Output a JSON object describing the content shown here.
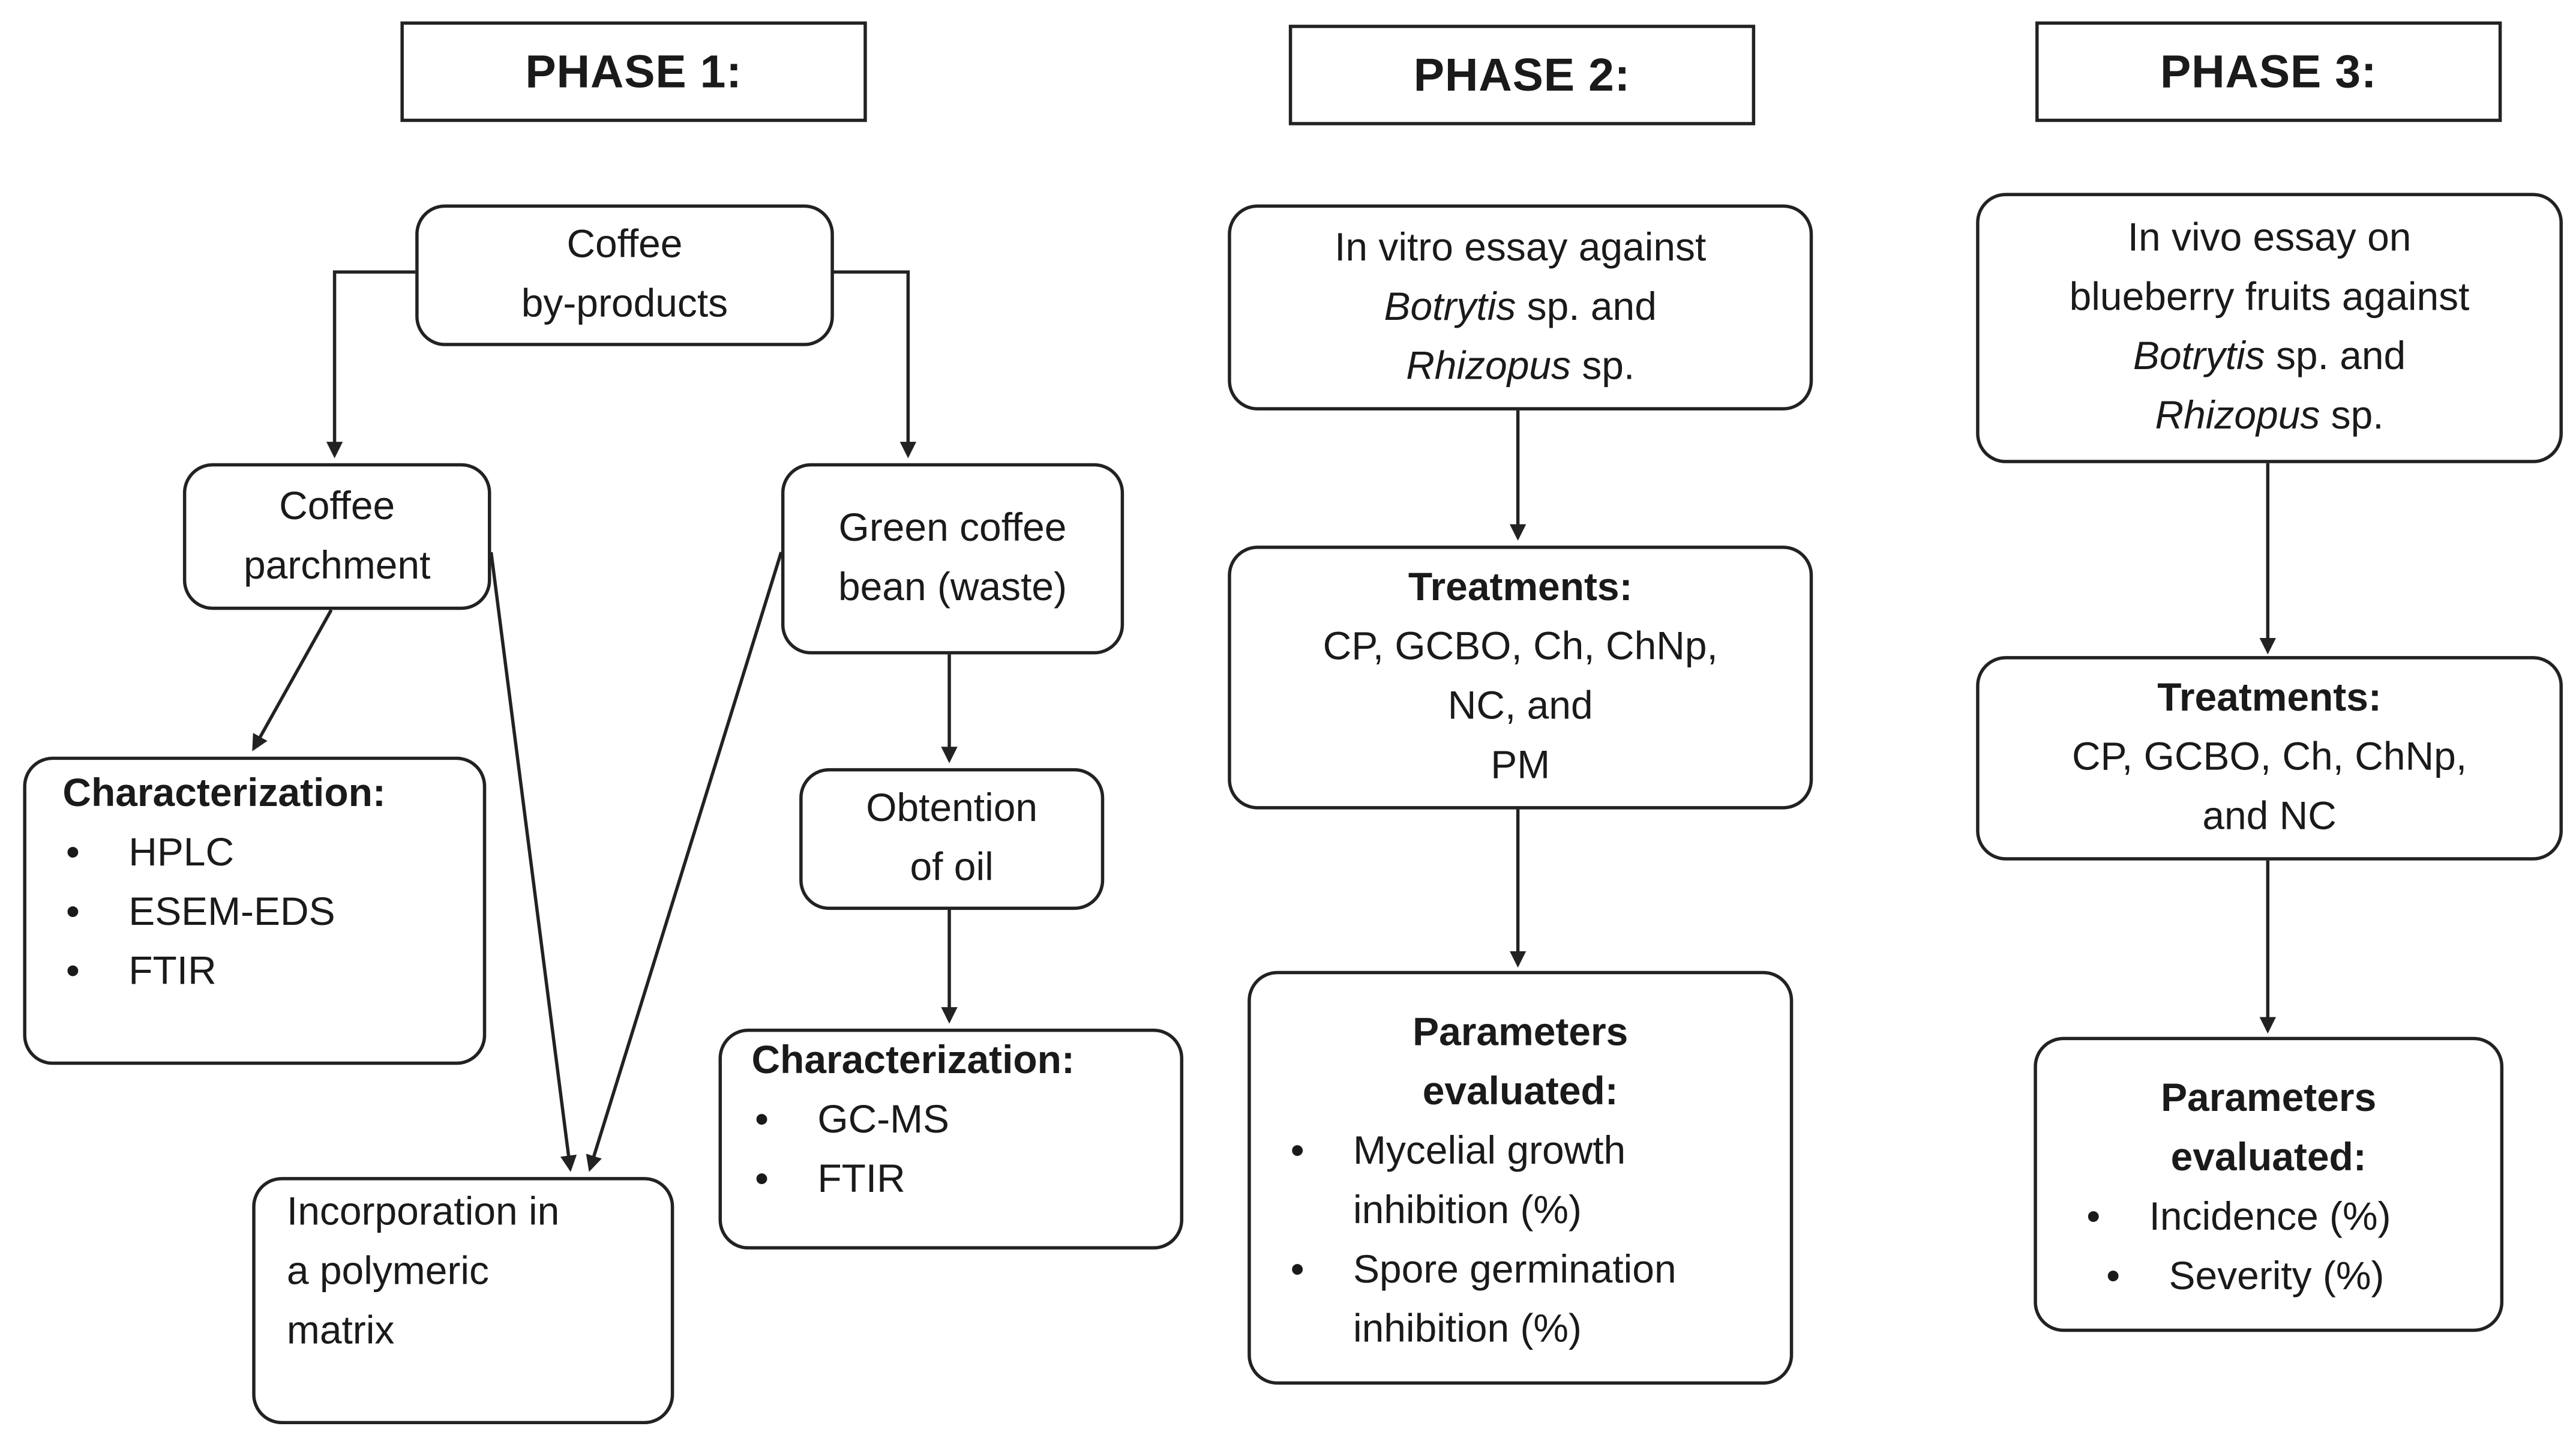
{
  "phases": {
    "p1": "PHASE 1:",
    "p2": "PHASE 2:",
    "p3": "PHASE 3:"
  },
  "phase1": {
    "coffee_byproducts": [
      "Coffee",
      "by-products"
    ],
    "coffee_parchment": [
      "Coffee",
      "parchment"
    ],
    "green_coffee": [
      "Green coffee",
      "bean (waste)"
    ],
    "char_left": {
      "title": "Characterization:",
      "items": [
        "HPLC",
        "ESEM-EDS",
        "FTIR"
      ]
    },
    "obtention": [
      "Obtention",
      "of oil"
    ],
    "char_right": {
      "title": "Characterization:",
      "items": [
        "GC-MS",
        "FTIR"
      ]
    },
    "incorporation": [
      "Incorporation in",
      "a polymeric",
      "matrix"
    ]
  },
  "phase2": {
    "invitro": {
      "line1": "In vitro essay against",
      "org1": "Botrytis",
      "org1_rest": " sp. and",
      "org2": "Rhizopus",
      "org2_rest": " sp."
    },
    "treatments": {
      "title": "Treatments:",
      "lines": [
        "CP, GCBO, Ch, ChNp,",
        "NC, and",
        "PM"
      ]
    },
    "parameters": {
      "title": [
        "Parameters",
        "evaluated:"
      ],
      "items": [
        [
          "Mycelial growth",
          "inhibition (%)"
        ],
        [
          "Spore germination",
          "inhibition (%)"
        ]
      ]
    }
  },
  "phase3": {
    "invivo": {
      "line1": "In vivo essay on",
      "line2": "blueberry fruits against",
      "org1": "Botrytis",
      "org1_rest": " sp. and",
      "org2": "Rhizopus",
      "org2_rest": " sp."
    },
    "treatments": {
      "title": "Treatments:",
      "lines": [
        "CP, GCBO, Ch, ChNp,",
        "and NC"
      ]
    },
    "parameters": {
      "title": [
        "Parameters",
        "evaluated:"
      ],
      "items": [
        "Incidence (%)",
        "Severity (%)"
      ]
    }
  }
}
